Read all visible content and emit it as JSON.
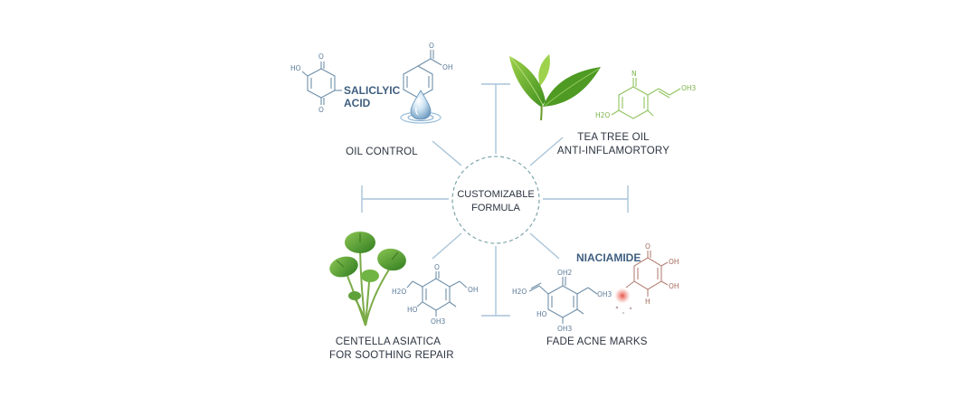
{
  "center": {
    "line1": "CUSTOMIZABLE",
    "line2": "FORMULA"
  },
  "benefits": {
    "oil_control": "OIL CONTROL",
    "tea_tree_line1": "TEA TREE OIL",
    "tea_tree_line2": "ANTI-INFLAMORTORY",
    "centella_line1": "CENTELLA ASIATICA",
    "centella_line2": "FOR SOOTHING REPAIR",
    "fade_acne": "FADE ACNE MARKS"
  },
  "ingredients": {
    "salicylic_line1": "SALICLYIC",
    "salicylic_line2": "ACID",
    "niacinamide": "NIACIAMIDE"
  },
  "molecule_labels": {
    "sal_ho": "HO",
    "sal_o_top": "O",
    "sal_o_bottom": "O",
    "sal_o2": "O",
    "sal_oh": "OH",
    "tea_n": "N",
    "tea_oh3": "OH3",
    "tea_h2o": "H2O",
    "cen_o": "O",
    "cen_h2o": "H2O",
    "cen_oh": "OH",
    "cen_ho": "HO",
    "cen_oh3": "OH3",
    "fade_oh2": "OH2",
    "fade_h2o": "H2O",
    "fade_oh3_right": "OH3",
    "fade_ho": "HO",
    "fade_oh3_bottom": "OH3",
    "nia_o": "O",
    "nia_oh_top": "OH",
    "nia_oh_bottom": "OH",
    "nia_h": "H"
  },
  "colors": {
    "connector": "#a9c4d8",
    "center_circle": "#7fa6ab",
    "molecule_blue": "#6f8fa9",
    "molecule_green": "#8fc25e",
    "molecule_brown": "#b48176",
    "heading": "#3f5e80",
    "text": "#2c3440"
  },
  "icons": [
    "water-drop-icon",
    "tea-leaf-icon",
    "centella-plant-icon",
    "acne-spot-icon"
  ]
}
